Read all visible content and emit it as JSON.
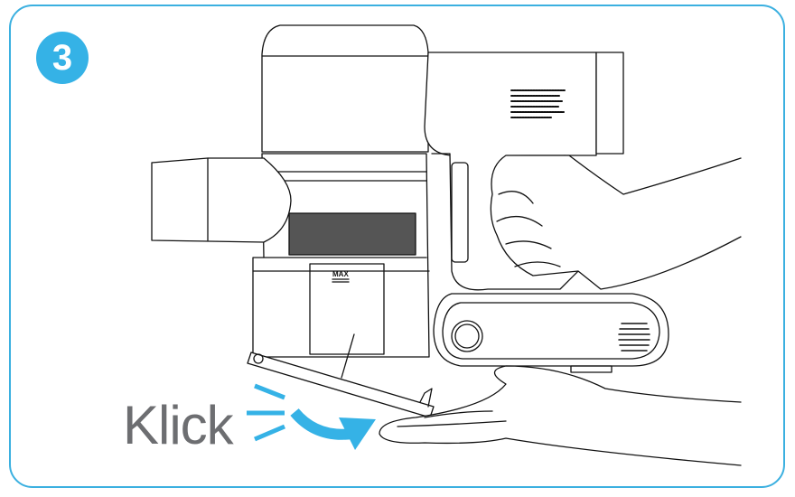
{
  "step": {
    "number": "3"
  },
  "caption": {
    "text": "Klick"
  },
  "device": {
    "bin_label": "MAX"
  },
  "colors": {
    "accent": "#35b2e6",
    "frame": "#3bb0e0",
    "caption": "#6d6e71"
  }
}
